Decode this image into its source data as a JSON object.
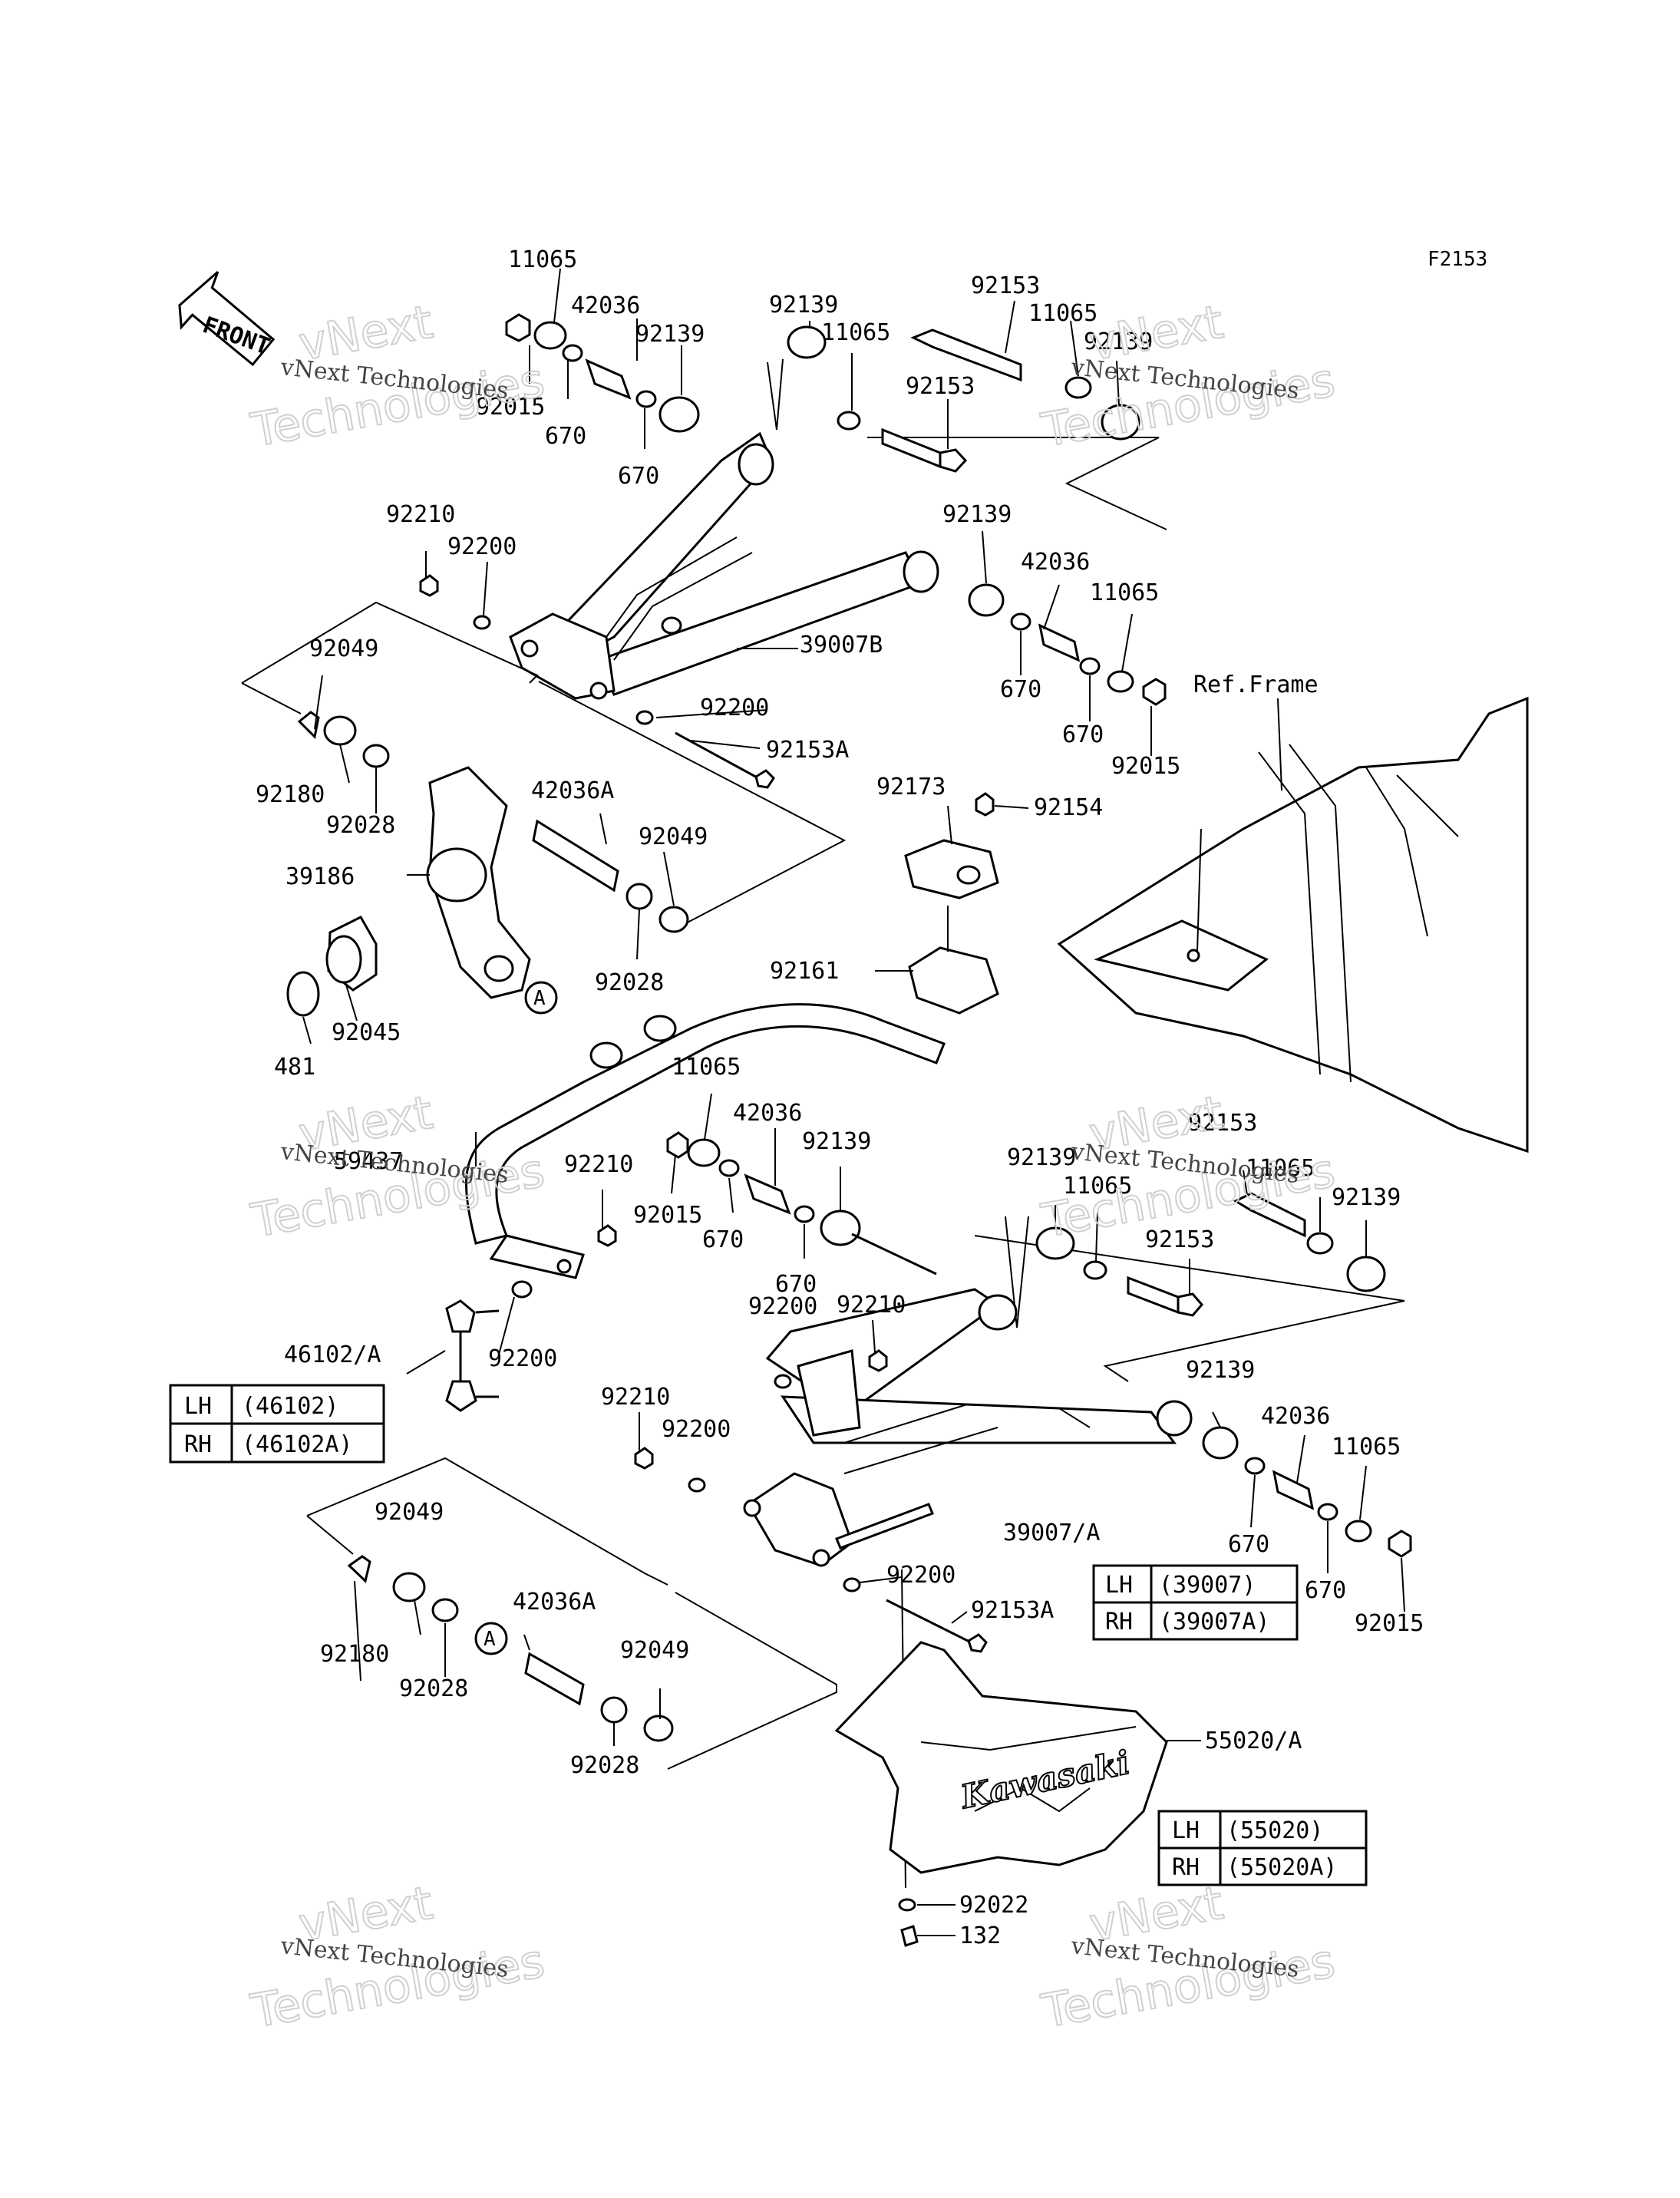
{
  "figure_id": "F2153",
  "front_label": "FRONT",
  "ref_frame": "Ref.Frame",
  "watermark": {
    "big_line1": "vNext",
    "big_line2": "Technologies",
    "small": "vNext Technologies"
  },
  "callout_a": "A",
  "labels": {
    "l01": "11065",
    "l02": "42036",
    "l03": "92139",
    "l04": "92139",
    "l05": "11065",
    "l06": "92153",
    "l07": "11065",
    "l08": "92139",
    "l09": "92153",
    "l10": "92015",
    "l11": "670",
    "l12": "670",
    "l13": "92210",
    "l14": "92200",
    "l15": "92139",
    "l16": "42036",
    "l17": "11065",
    "l18": "39007B",
    "l19": "92049",
    "l20": "670",
    "l21": "670",
    "l22": "92015",
    "l23": "92200",
    "l24": "92153A",
    "l25": "92180",
    "l26": "92028",
    "l27": "42036A",
    "l28": "92049",
    "l29": "92173",
    "l30": "92154",
    "l31": "39186",
    "l32": "92161",
    "l33": "92028",
    "l34": "481",
    "l35": "92045",
    "l36": "11065",
    "l37": "42036",
    "l38": "92139",
    "l39": "92139",
    "l40": "92153",
    "l41": "11065",
    "l42": "11065",
    "l43": "92139",
    "l44": "59437",
    "l45": "92210",
    "l46": "92015",
    "l47": "670",
    "l48": "92153",
    "l49": "670",
    "l50": "92210",
    "l51": "92200",
    "l52": "46102/A",
    "l53": "92200",
    "l54": "92139",
    "l55": "92210",
    "l56": "92200",
    "l57": "42036",
    "l58": "11065",
    "l59": "39007/A",
    "l60": "92049",
    "l61": "670",
    "l62": "92200",
    "l63": "670",
    "l64": "92153A",
    "l65": "92015",
    "l66": "42036A",
    "l67": "92180",
    "l68": "92049",
    "l69": "92028",
    "l70": "55020/A",
    "l71": "92028",
    "l72": "92022",
    "l73": "132"
  },
  "tables": {
    "t46102": {
      "lh_key": "LH",
      "lh_val": "(46102)",
      "rh_key": "RH",
      "rh_val": "(46102A)"
    },
    "t39007": {
      "lh_key": "LH",
      "lh_val": "(39007)",
      "rh_key": "RH",
      "rh_val": "(39007A)"
    },
    "t55020": {
      "lh_key": "LH",
      "lh_val": "(55020)",
      "rh_key": "RH",
      "rh_val": "(55020A)"
    }
  },
  "guard_logo": "Kawasaki"
}
